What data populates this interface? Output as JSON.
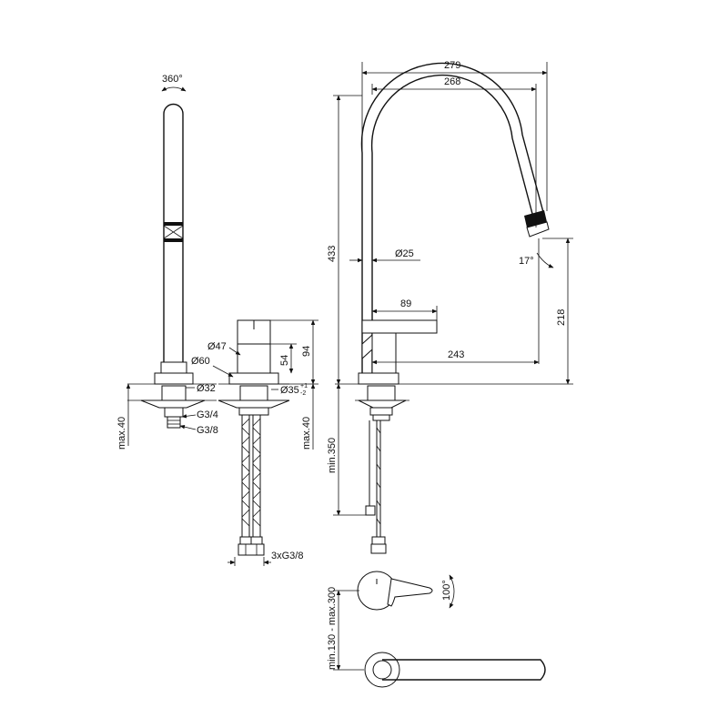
{
  "labels": {
    "rotation_spout": "360°",
    "dia_47": "Ø47",
    "dia_60": "Ø60",
    "dia_32": "Ø32",
    "dia_35": "Ø35",
    "tol_35_plus": "+1",
    "tol_35_minus": "-2",
    "thread_34": "G3/4",
    "thread_38": "G3/8",
    "max40_left": "max.40",
    "max40_mid": "max.40",
    "dim_54": "54",
    "dim_94": "94",
    "hoses": "3xG3/8",
    "dim_279": "279",
    "dim_268": "268",
    "dim_433": "433",
    "dia_25": "Ø25",
    "angle_17": "17°",
    "dim_218": "218",
    "dim_89": "89",
    "dim_243": "243",
    "min350": "min.350",
    "rotation_lever": "100°",
    "dist_range": "min.130 - max.300"
  }
}
